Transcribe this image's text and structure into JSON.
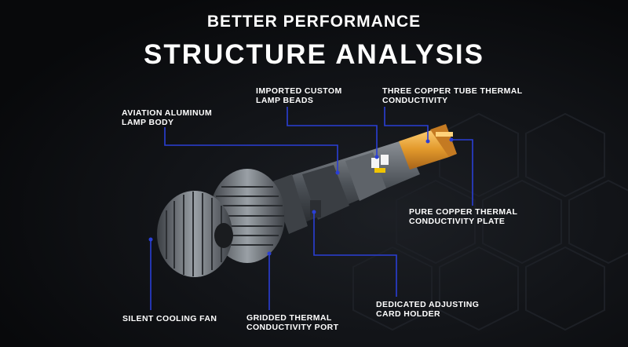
{
  "header": {
    "subtitle": "BETTER PERFORMANCE",
    "title": "STRUCTURE ANALYSIS"
  },
  "callouts": [
    {
      "line1": "AVIATION ALUMINUM",
      "line2": "LAMP BODY"
    },
    {
      "line1": "IMPORTED CUSTOM",
      "line2": "LAMP BEADS"
    },
    {
      "line1": "THREE COPPER TUBE THERMAL",
      "line2": "CONDUCTIVITY"
    },
    {
      "line1": "PURE COPPER THERMAL",
      "line2": "CONDUCTIVITY PLATE"
    },
    {
      "line1": "DEDICATED ADJUSTING",
      "line2": "CARD HOLDER"
    },
    {
      "line1": "GRIDDED THERMAL",
      "line2": "CONDUCTIVITY PORT"
    },
    {
      "line1": "SILENT COOLING FAN",
      "line2": ""
    }
  ],
  "colors": {
    "background": "#0b0c0e",
    "leader_line": "#2a3fd6",
    "text": "#ffffff",
    "copper": "#e8a23a"
  }
}
